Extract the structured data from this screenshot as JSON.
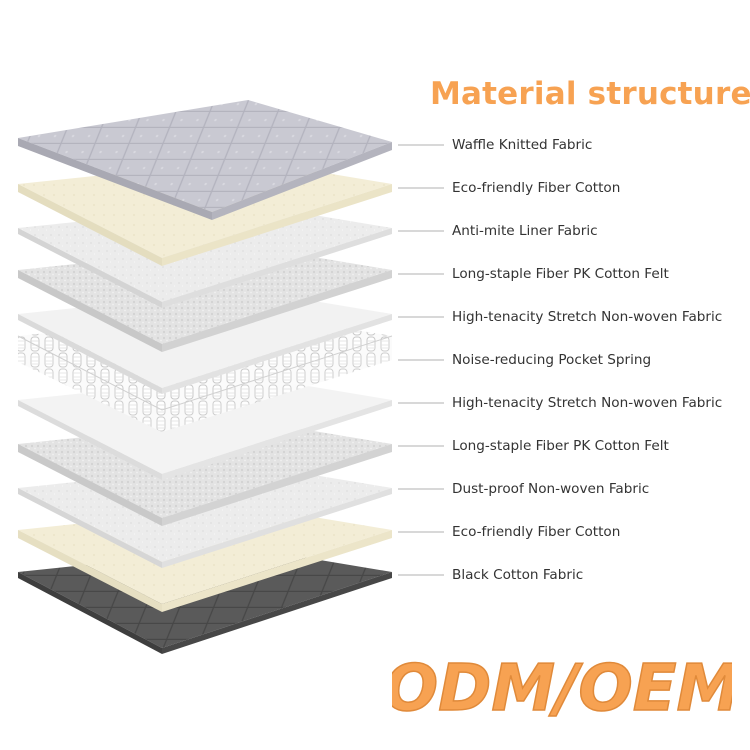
{
  "title": "Material structure",
  "layers": [
    {
      "label": "Waffle Knitted Fabric",
      "color": "#c6c6cf",
      "style": "quilt-grey"
    },
    {
      "label": "Eco-friendly Fiber Cotton",
      "color": "#f2ecd4",
      "style": "cream"
    },
    {
      "label": "Anti-mite Liner Fabric",
      "color": "#e8e8e8",
      "style": "white-textured"
    },
    {
      "label": "Long-staple Fiber PK Cotton Felt",
      "color": "#e2e2e2",
      "style": "felt"
    },
    {
      "label": "High-tenacity Stretch Non-woven Fabric",
      "color": "#f1f1f1",
      "style": "white"
    },
    {
      "label": "Noise-reducing Pocket Spring",
      "color": "#ffffff",
      "style": "springs"
    },
    {
      "label": "High-tenacity Stretch Non-woven Fabric",
      "color": "#f1f1f1",
      "style": "white"
    },
    {
      "label": "Long-staple Fiber PK Cotton Felt",
      "color": "#e2e2e2",
      "style": "felt"
    },
    {
      "label": "Dust-proof Non-woven Fabric",
      "color": "#ececec",
      "style": "white-textured"
    },
    {
      "label": "Eco-friendly Fiber Cotton",
      "color": "#f2ecd4",
      "style": "cream"
    },
    {
      "label": "Black Cotton Fabric",
      "color": "#555555",
      "style": "quilt-dark"
    }
  ],
  "brand_text": "ODM/OEM",
  "colors": {
    "accent": "#f7a252",
    "brand": "#f7a252",
    "brand_stroke": "#e08a3a"
  }
}
